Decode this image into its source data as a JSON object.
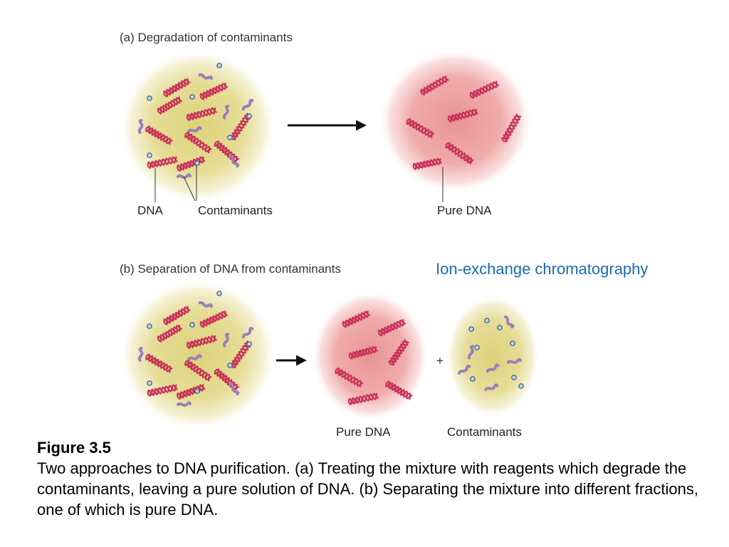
{
  "panel_a": {
    "title": "(a)  Degradation of contaminants",
    "label_dna": "DNA",
    "label_contaminants": "Contaminants",
    "label_pure_dna": "Pure DNA"
  },
  "panel_b": {
    "title": "(b)  Separation of DNA from contaminants",
    "method": "Ion-exchange chromatography",
    "plus": "+",
    "label_pure_dna": "Pure DNA",
    "label_contaminants": "Contaminants"
  },
  "caption": {
    "title": "Figure 3.5",
    "text": "Two approaches to DNA purification. (a) Treating the mixture with reagents which degrade the contaminants, leaving a pure solution of DNA. (b) Separating the mixture into different fractions, one of which is pure DNA."
  },
  "colors": {
    "mixture_blob": "#e2da8e",
    "pure_dna_blob": "#ec9c9c",
    "dna_strand": "#c8325a",
    "contaminant_worm": "#9a80b8",
    "contaminant_dot_fill": "#b9d6ea",
    "contaminant_dot_stroke": "#35557a",
    "method_text": "#1a6bb5",
    "arrow": "#111111"
  }
}
